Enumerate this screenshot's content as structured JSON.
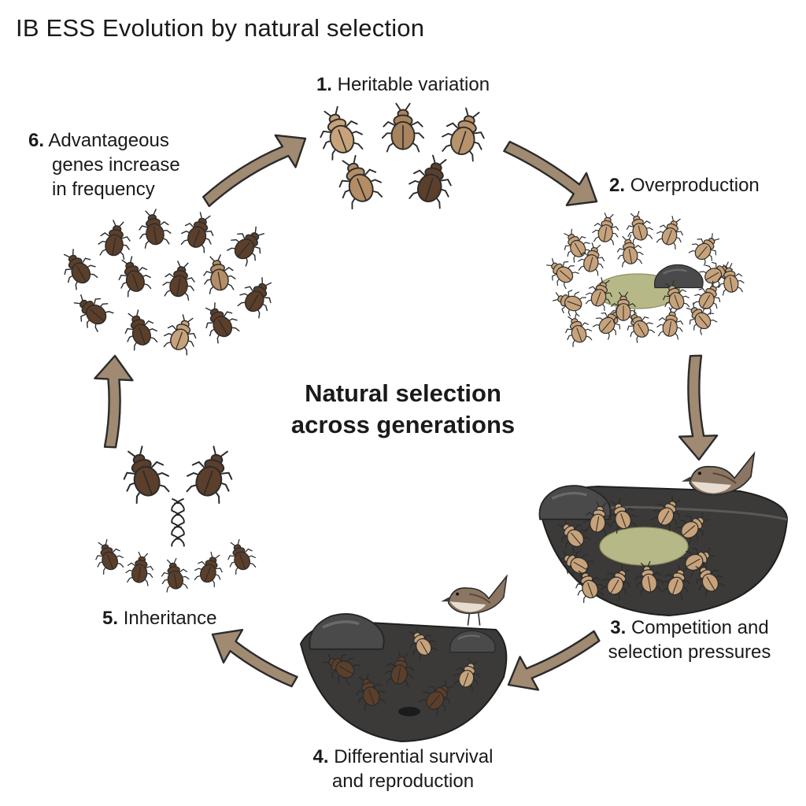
{
  "title": "IB ESS Evolution by natural selection",
  "center_label": [
    "Natural selection",
    "across generations"
  ],
  "steps": [
    {
      "number": "1.",
      "lines": [
        "Heritable variation"
      ]
    },
    {
      "number": "2.",
      "lines": [
        "Overproduction"
      ]
    },
    {
      "number": "3.",
      "lines": [
        "Competition and",
        "selection pressures"
      ]
    },
    {
      "number": "4.",
      "lines": [
        "Differential survival",
        "and reproduction"
      ]
    },
    {
      "number": "5.",
      "lines": [
        "Inheritance"
      ]
    },
    {
      "number": "6.",
      "lines": [
        "Advantageous",
        "genes increase",
        "in frequency"
      ]
    }
  ],
  "colors": {
    "arrow_fill": "#a08a72",
    "arrow_stroke": "#2b2b2b",
    "beetle_light": "#c7a27a",
    "beetle_dark": "#5b3f2a",
    "soil": "#3b3a38",
    "rock": "#4a4a4a",
    "moss": "#b7b887",
    "bird": "#8b7664"
  },
  "icons": [
    "beetle-icon",
    "bird-icon",
    "dna-icon",
    "rock-icon",
    "moss-icon"
  ]
}
